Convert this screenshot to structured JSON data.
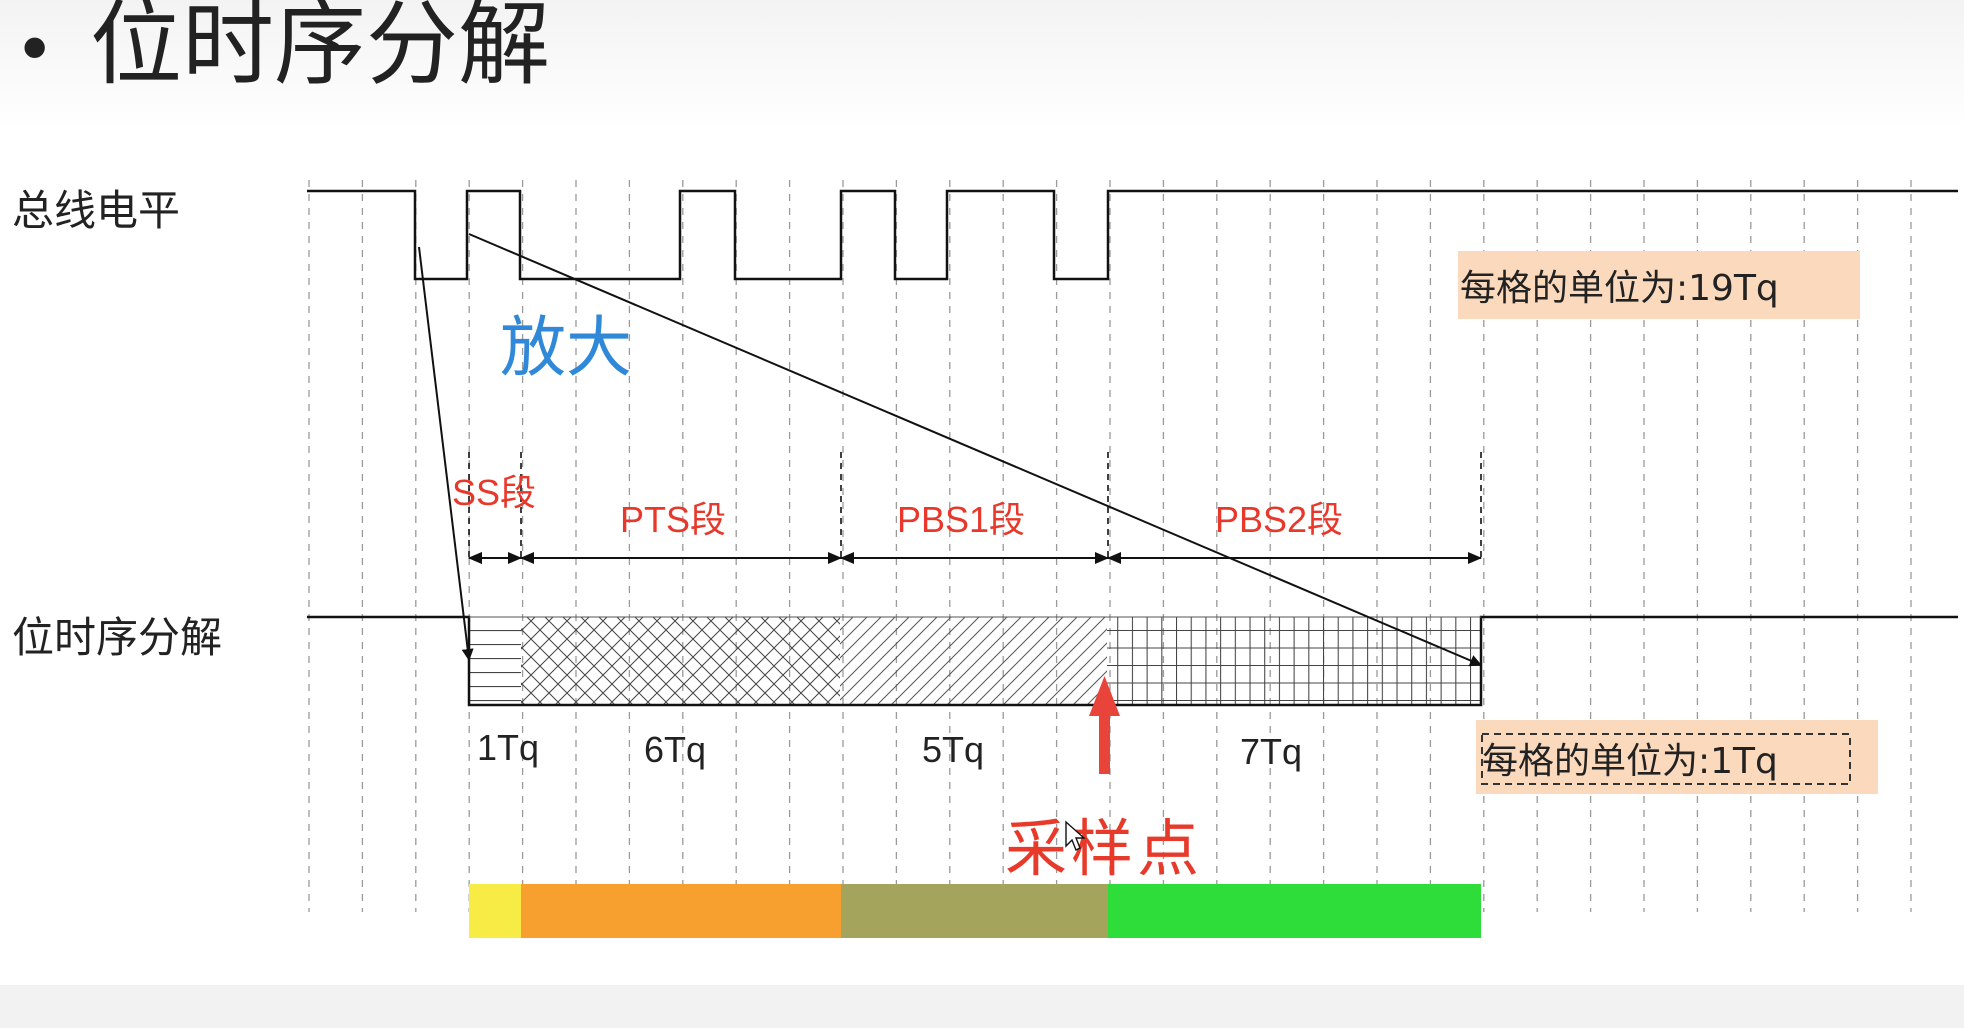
{
  "slide": {
    "title": "位时序分解",
    "bullet": "•"
  },
  "labels": {
    "bus_level": "总线电平",
    "bit_timing": "位时序分解",
    "zoom": "放大",
    "unit_top": "每格的单位为:19Tq",
    "unit_bottom": "每格的单位为:1Tq",
    "sample_point": "采样点"
  },
  "segments": [
    {
      "name": "SS段",
      "tq_label": "1Tq",
      "tq": 1,
      "color": "#f7ec45"
    },
    {
      "name": "PTS段",
      "tq_label": "6Tq",
      "tq": 6,
      "color": "#f7a030"
    },
    {
      "name": "PBS1段",
      "tq_label": "5Tq",
      "tq": 5,
      "color": "#a4a45c"
    },
    {
      "name": "PBS2段",
      "tq_label": "7Tq",
      "tq": 7,
      "color": "#2edd3a"
    }
  ],
  "colors": {
    "segment_label": "#e8382b",
    "zoom_label": "#2f88d8",
    "sample_arrow": "#e8443a",
    "unit_box": "#fbd9bd"
  }
}
